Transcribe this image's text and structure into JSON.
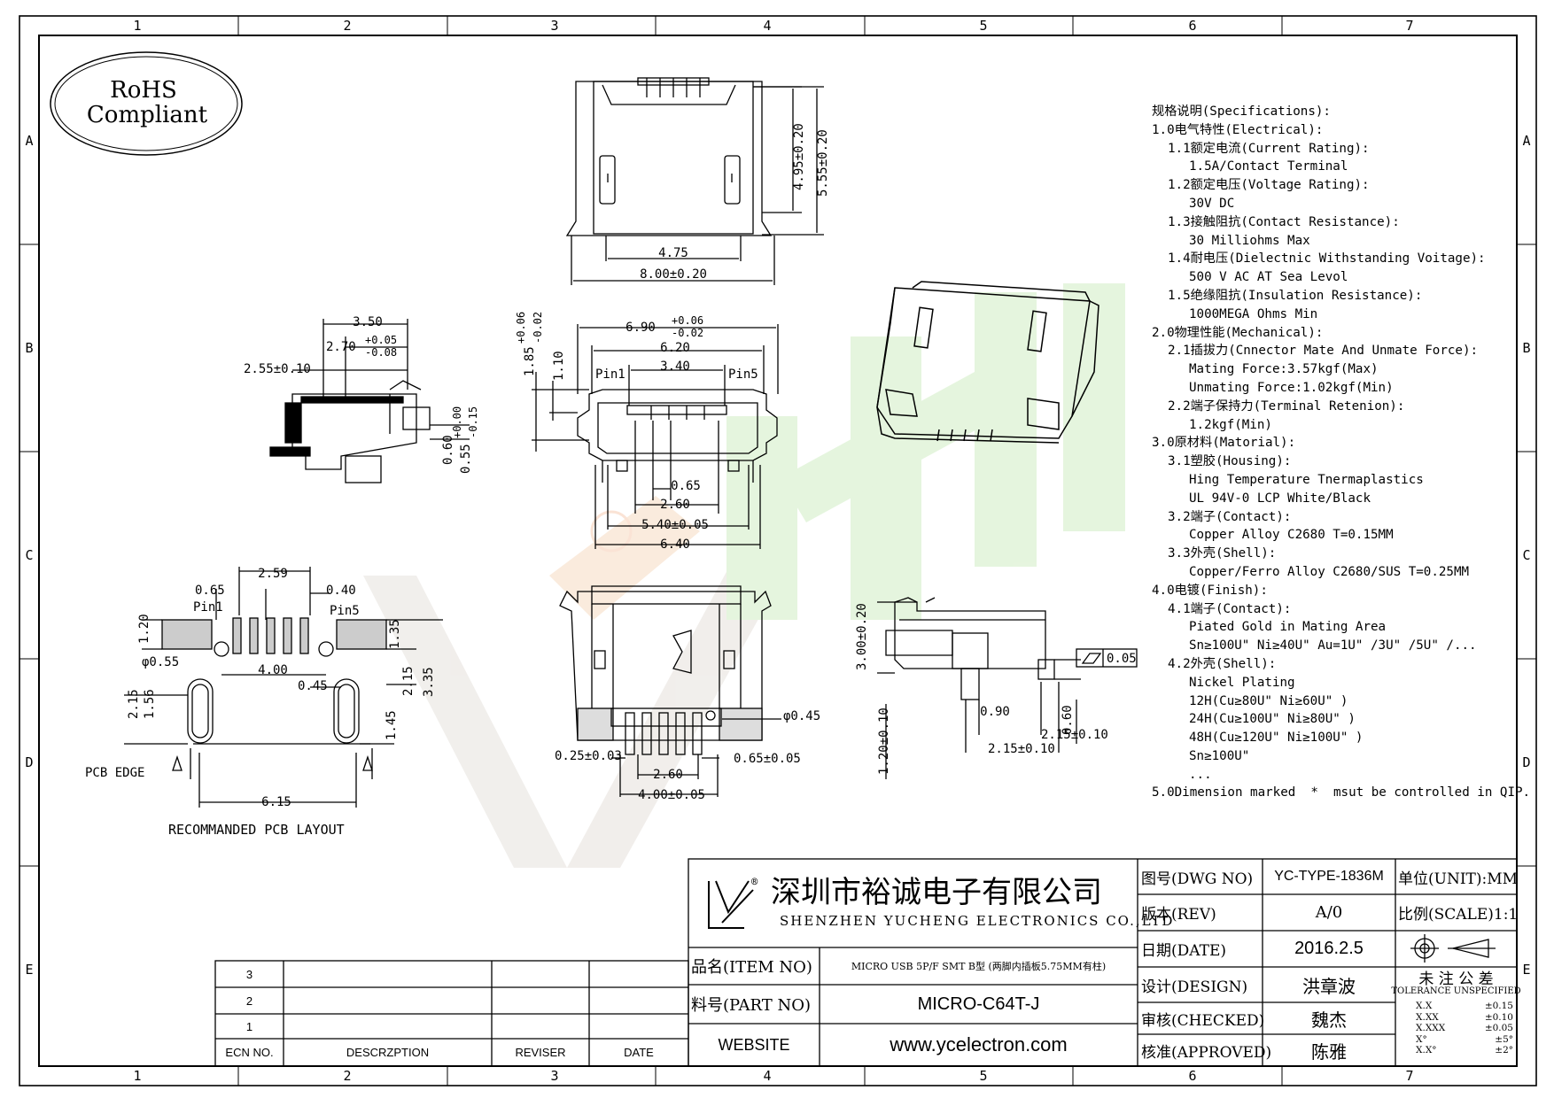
{
  "frame": {
    "columns": [
      "1",
      "2",
      "3",
      "4",
      "5",
      "6",
      "7"
    ],
    "rows": [
      "A",
      "B",
      "C",
      "D",
      "E"
    ]
  },
  "rohs": {
    "line1": "RoHS",
    "line2": "Compliant"
  },
  "specs": [
    {
      "level": 0,
      "text": "规格说明(Specifications):"
    },
    {
      "level": 0,
      "text": "1.0电气特性(Electrical):"
    },
    {
      "level": 1,
      "text": "1.1额定电流(Current Rating):"
    },
    {
      "level": 2,
      "text": "1.5A/Contact Terminal"
    },
    {
      "level": 1,
      "text": "1.2额定电压(Voltage Rating):"
    },
    {
      "level": 2,
      "text": "30V DC"
    },
    {
      "level": 1,
      "text": "1.3接触阻抗(Contact Resistance):"
    },
    {
      "level": 2,
      "text": "30 Milliohms Max"
    },
    {
      "level": 1,
      "text": "1.4耐电压(Dielectnic Withstanding Voitage):"
    },
    {
      "level": 2,
      "text": "500 V AC AT Sea Levol"
    },
    {
      "level": 1,
      "text": "1.5绝缘阻抗(Insulation Resistance):"
    },
    {
      "level": 2,
      "text": "1000MEGA Ohms Min"
    },
    {
      "level": 0,
      "text": "2.0物理性能(Mechanical):"
    },
    {
      "level": 1,
      "text": "2.1插拔力(Cnnector Mate And Unmate Force):"
    },
    {
      "level": 2,
      "text": "Mating Force:3.57kgf(Max)"
    },
    {
      "level": 2,
      "text": "Unmating Force:1.02kgf(Min)"
    },
    {
      "level": 1,
      "text": "2.2端子保持力(Terminal Retenion):"
    },
    {
      "level": 2,
      "text": "1.2kgf(Min)"
    },
    {
      "level": 0,
      "text": "3.0原材料(Matorial):"
    },
    {
      "level": 1,
      "text": "3.1塑胶(Housing):"
    },
    {
      "level": 2,
      "text": "Hing Temperature Tnermaplastics"
    },
    {
      "level": 2,
      "text": "UL 94V-0 LCP White/Black"
    },
    {
      "level": 1,
      "text": "3.2端子(Contact):"
    },
    {
      "level": 2,
      "text": "Copper Alloy C2680 T=0.15MM"
    },
    {
      "level": 1,
      "text": "3.3外壳(Shell):"
    },
    {
      "level": 2,
      "text": "Copper/Ferro Alloy C2680/SUS T=0.25MM"
    },
    {
      "level": 0,
      "text": "4.0电镀(Finish):"
    },
    {
      "level": 1,
      "text": "4.1端子(Contact):"
    },
    {
      "level": 2,
      "text": "Piated Gold in Mating Area"
    },
    {
      "level": 2,
      "text": "Sn≥100U\" Ni≥40U\" Au=1U\" /3U\" /5U\" /..."
    },
    {
      "level": 1,
      "text": "4.2外壳(Shell):"
    },
    {
      "level": 2,
      "text": "Nickel Plating"
    },
    {
      "level": 2,
      "text": "12H(Cu≥80U\" Ni≥60U\" )"
    },
    {
      "level": 2,
      "text": "24H(Cu≥100U\" Ni≥80U\" )"
    },
    {
      "level": 2,
      "text": "48H(Cu≥120U\" Ni≥100U\" )"
    },
    {
      "level": 2,
      "text": "Sn≥100U\""
    },
    {
      "level": 2,
      "text": "..."
    },
    {
      "level": 0,
      "text": "5.0Dimension marked  *  msut be controlled in QIP."
    }
  ],
  "dims": {
    "top_view": {
      "w1": "4.75",
      "w2": "8.00±0.20",
      "h1": "4.95±0.20",
      "h2": "5.55±0.20"
    },
    "front_view": {
      "top1": "6.90",
      "top1_tol_up": "+0.06",
      "top1_tol_dn": "-0.02",
      "w620": "6.20",
      "w340": "3.40",
      "pin1": "Pin1",
      "pin5": "Pin5",
      "h1": "1.85",
      "h1_tol_up": "+0.06",
      "h1_tol_dn": "-0.02",
      "h2": "1.10",
      "p065": "0.65",
      "p260": "2.60",
      "p540": "5.40±0.05",
      "p640": "6.40"
    },
    "side_view": {
      "d350": "3.50",
      "d270": "2.70",
      "d270_up": "+0.05",
      "d270_dn": "-0.08",
      "d255": "2.55±0.10",
      "v060": "0.60",
      "v055": "0.55",
      "v055_up": "+0.00",
      "v055_dn": "-0.15"
    },
    "pcb": {
      "d065": "0.65",
      "d259": "2.59",
      "d040": "0.40",
      "pin1": "Pin1",
      "pin5": "Pin5",
      "d120": "1.20",
      "d055": "φ0.55",
      "d400": "4.00",
      "d045": "0.45",
      "d135": "1.35",
      "d335": "3.35",
      "d215a": "2.15",
      "d215b": "2.15",
      "d156": "1.56",
      "d145": "1.45",
      "edge": "PCB EDGE",
      "d615": "6.15",
      "caption": "RECOMMANDED PCB LAYOUT"
    },
    "bottom_view": {
      "phi045": "φ0.45",
      "d025": "0.25±0.03",
      "d065": "0.65±0.05",
      "d260": "2.60",
      "d400": "4.00±0.05"
    },
    "small_side": {
      "d300": "3.00±0.20",
      "d005": "0.05",
      "d090": "0.90",
      "d060": "0.60",
      "d120": "1.20±0.10",
      "d215a": "2.15±0.10",
      "d215b": "2.15±0.10"
    }
  },
  "title_block": {
    "company_cn": "深圳市裕诚电子有限公司",
    "company_en": "SHENZHEN YUCHENG ELECTRONICS CO.,LTD",
    "logo_reg": "®",
    "item_label": "品名(ITEM NO)",
    "item_value": "MICRO USB 5P/F SMT B型 (两脚内插板5.75MM有柱)",
    "part_label": "料号(PART NO)",
    "part_value": "MICRO-C64T-J",
    "website_label": "WEBSITE",
    "website_value": "www.ycelectron.com",
    "dwg_label": "图号(DWG NO)",
    "dwg_value": "YC-TYPE-1836M",
    "rev_label": "版本(REV)",
    "rev_value": "A/0",
    "date_label": "日期(DATE)",
    "date_value": "2016.2.5",
    "design_label": "设计(DESIGN)",
    "design_value": "洪章波",
    "checked_label": "审核(CHECKED)",
    "checked_value": "魏杰",
    "approved_label": "核准(APPROVED)",
    "approved_value": "陈雅",
    "unit_label": "单位(UNIT):MM",
    "scale_label": "比例(SCALE)1:1",
    "tol_title": "未 注 公 差",
    "tol_sub": "TOLERANCE UNSPECIFIED",
    "tolerances": [
      {
        "k": "X.X",
        "v": "±0.15"
      },
      {
        "k": "X.XX",
        "v": "±0.10"
      },
      {
        "k": "X.XXX",
        "v": "±0.05"
      },
      {
        "k": "X°",
        "v": "±5°"
      },
      {
        "k": "X.X°",
        "v": "±2°"
      }
    ]
  },
  "revision_table": {
    "rows": [
      "3",
      "2",
      "1"
    ],
    "headers": [
      "ECN NO.",
      "DESCRZPTION",
      "REVISER",
      "DATE"
    ]
  }
}
